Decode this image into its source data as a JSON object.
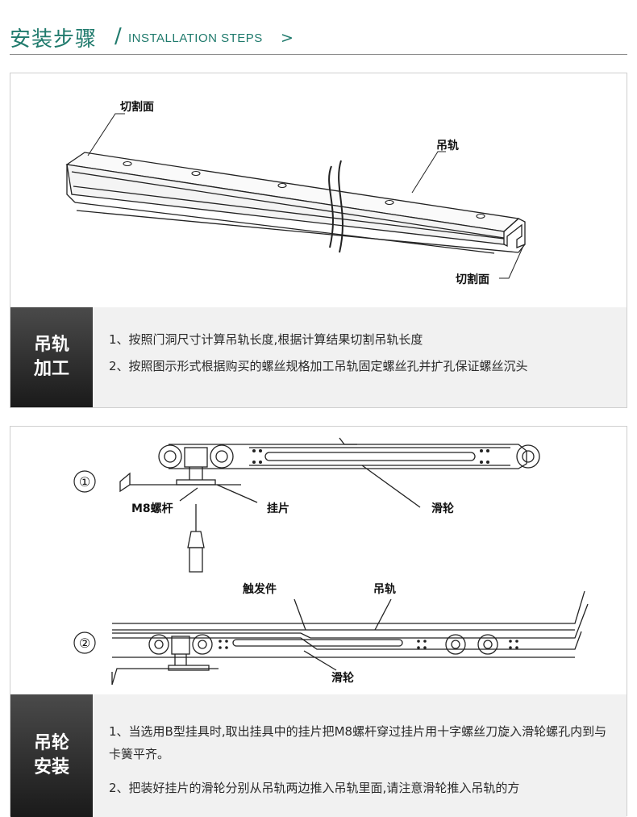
{
  "header": {
    "title_cn": "安装步骤",
    "slash": "/",
    "title_en": "INSTALLATION STEPS",
    "arrow": ">"
  },
  "section1": {
    "figure_labels": {
      "cut_face_top": "切割面",
      "rail": "吊轨",
      "cut_face_bottom": "切割面"
    },
    "tag_line1": "吊轨",
    "tag_line2": "加工",
    "steps": [
      "1、按照门洞尺寸计算吊轨长度,根据计算结果切割吊轨长度",
      "2、按照图示形式根据购买的螺丝规格加工吊轨固定螺丝孔并扩孔保证螺丝沉头"
    ]
  },
  "section2": {
    "figure_labels": {
      "num1": "①",
      "bolt": "M8螺杆",
      "plate": "挂片",
      "pulley1": "滑轮",
      "num2": "②",
      "trigger": "触发件",
      "rail": "吊轨",
      "pulley2": "滑轮"
    },
    "tag_line1": "吊轮",
    "tag_line2": "安装",
    "steps": [
      "1、当选用B型挂具时,取出挂具中的挂片把M8螺杆穿过挂片用十字螺丝刀旋入滑轮螺孔内到与卡簧平齐。",
      "2、把装好挂片的滑轮分别从吊轨两边推入吊轨里面,请注意滑轮推入吊轨的方"
    ]
  },
  "colors": {
    "accent": "#1f7a6c",
    "tag_bg": "#2b2b2b",
    "caption_bg": "#f1f1f1"
  }
}
